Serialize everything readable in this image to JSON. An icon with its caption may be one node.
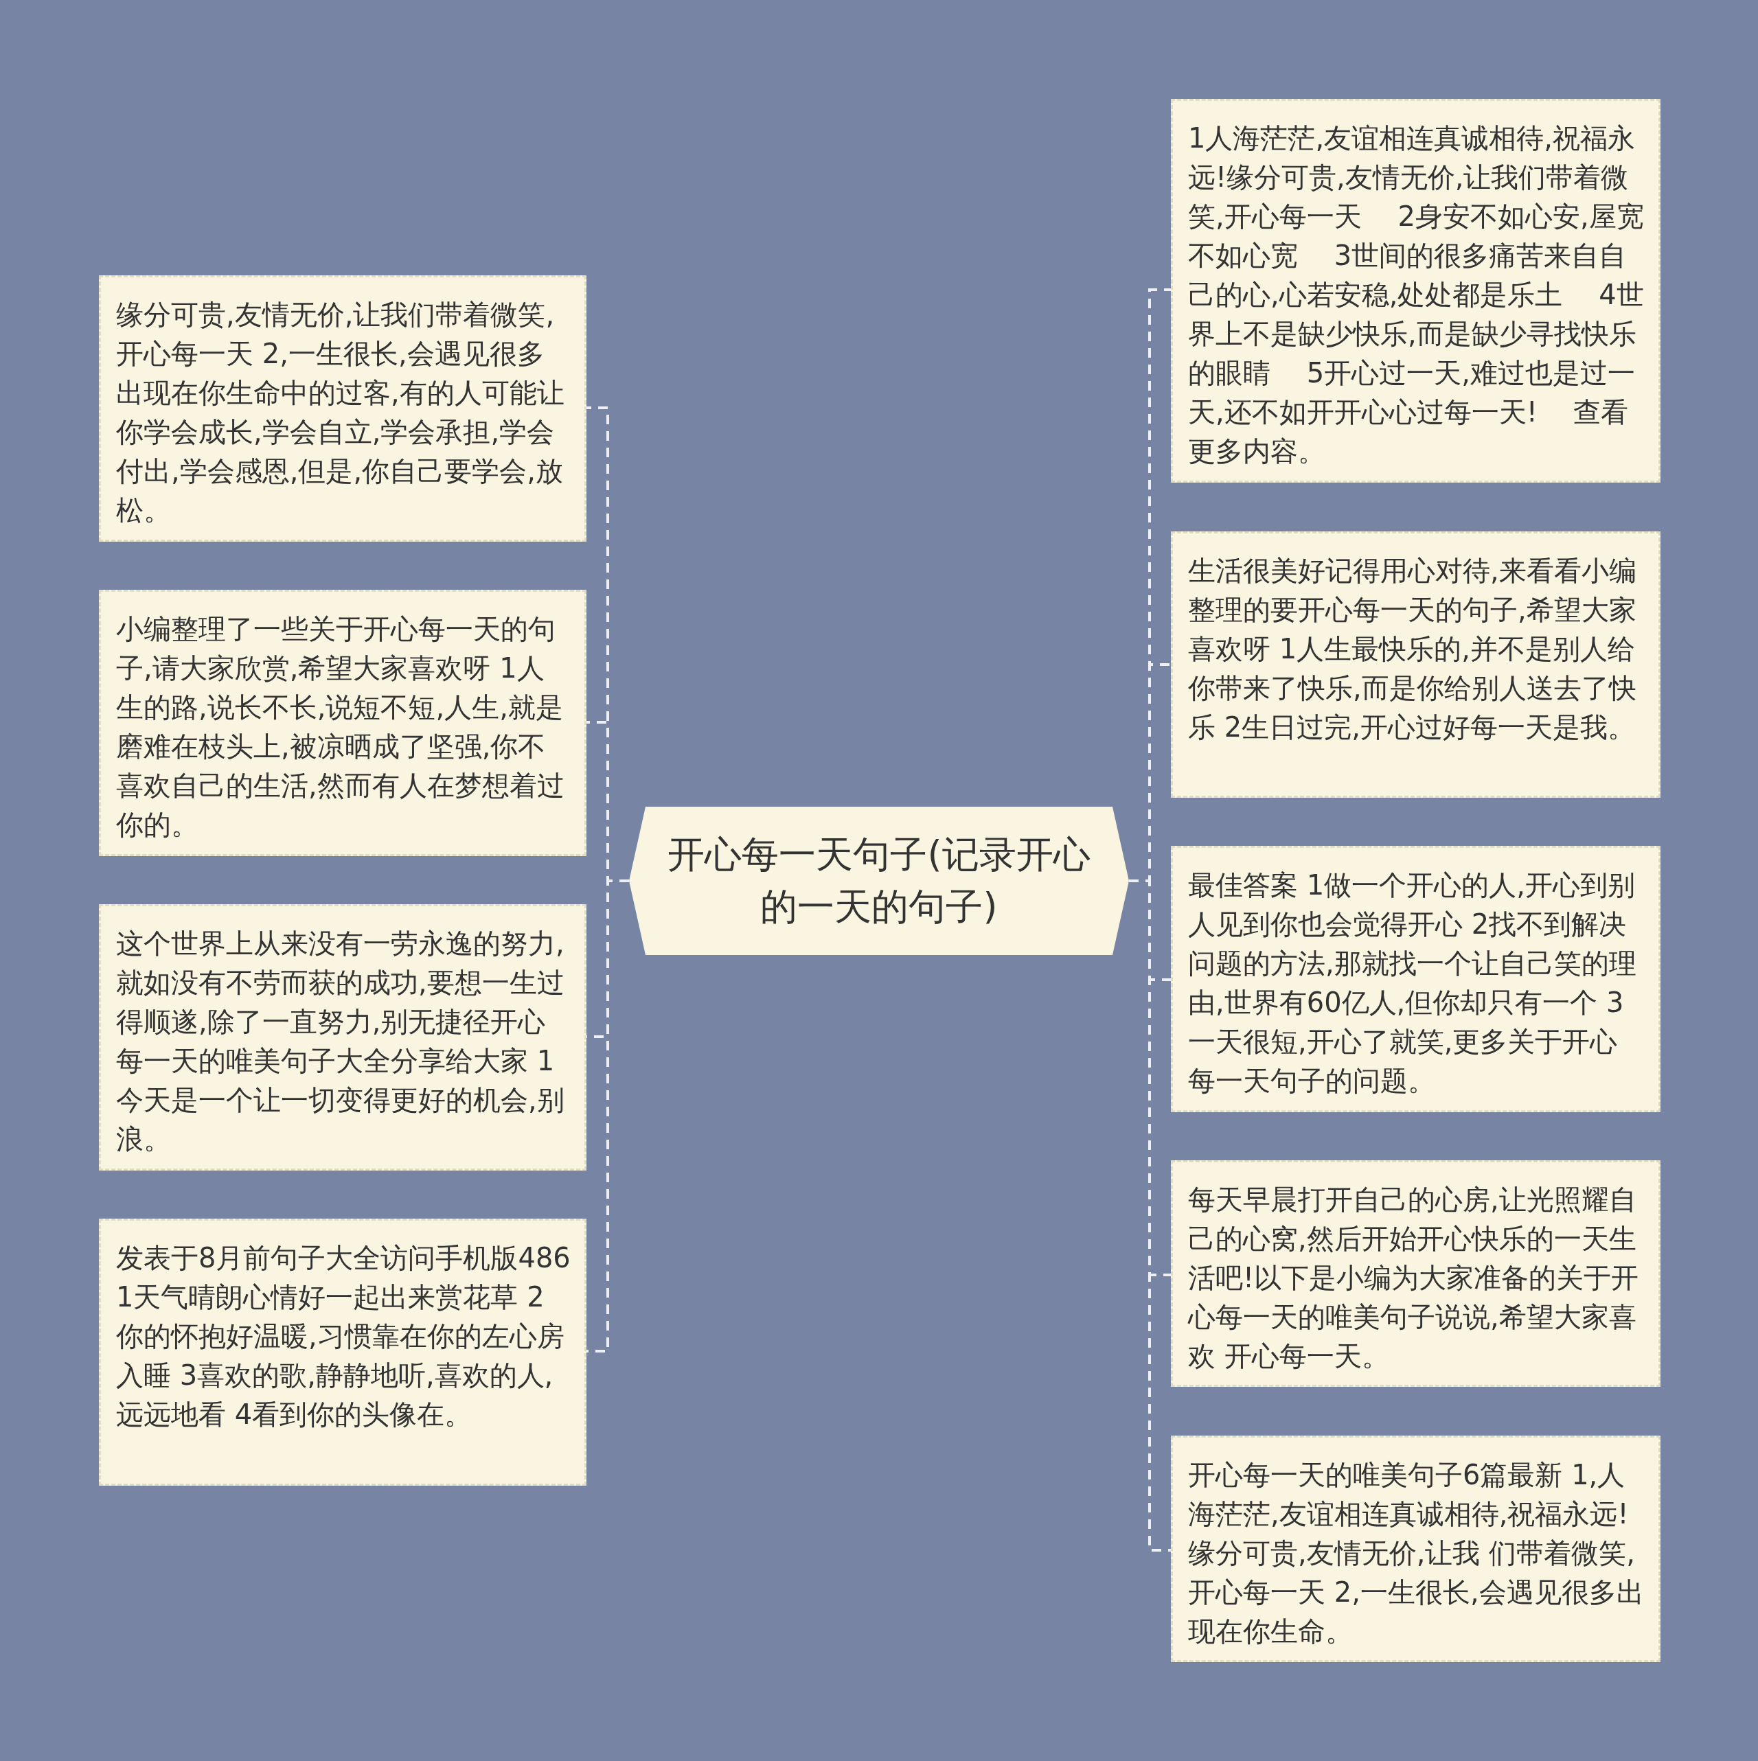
{
  "diagram": {
    "nodes": [
      {
        "text": [
          "开心每一天句子(记录开心的一天的句子)"
        ]
      },
      {
        "text": [
          "缘分可贵,友情无价,让我们带着微笑,开心每一天 2,一生很长,会遇见很多出现在你生命中的过客,有的人可能让你学会成长,学会自立,学会承担,学会付出,学会感恩,但是,你自己要学会,放松。"
        ]
      },
      {
        "text": [
          "小编整理了一些关于开心每一天的句子,请大家欣赏,希望大家喜欢呀 1人生的路,说长不长,说短不短,人生,就是磨难在枝头上,被凉晒成了坚强,你不喜欢自己的生活,然而有人在梦想着过你的。"
        ]
      },
      {
        "text": [
          "这个世界上从来没有一劳永逸的努力,就如没有不劳而获的成功,要想一生过得顺遂,除了一直努力,别无捷径开心每一天的唯美句子大全分享给大家 1今天是一个让一切变得更好的机会,别浪。"
        ]
      },
      {
        "text": [
          "发表于8月前句子大全访问手机版486 1天气晴朗心情好一起出来赏花草 2你的怀抱好温暖,习惯靠在你的左心房入睡 3喜欢的歌,静静地听,喜欢的人,远远地看 4看到你的头像在。"
        ]
      },
      {
        "text": [
          "1人海茫茫,友谊相连真诚相待,祝福永远!缘分可贵,友情无价,让我们带着微笑,开心每一天 　2身安不如心安,屋宽不如心宽 　3世间的很多痛苦来自自己的心,心若安稳,处处都是乐土 　4世界上不是缺少快乐,而是缺少寻找快乐的眼睛 　5开心过一天,难过也是过一天,还不如开开心心过每一天! 　查看更多内容。"
        ]
      },
      {
        "text": [
          "生活很美好记得用心对待,来看看小编整理的要开心每一天的句子,希望大家喜欢呀 1人生最快乐的,并不是别人给你带来了快乐,而是你给别人送去了快乐 2生日过完,开心过好每一天是我。"
        ]
      },
      {
        "text": [
          "最佳答案 1做一个开心的人,开心到别人见到你也会觉得开心 2找不到解决问题的方法,那就找一个让自己笑的理由,世界有60亿人,但你却只有一个 3一天很短,开心了就笑,更多关于开心每一天句子的问题。"
        ]
      },
      {
        "text": [
          "每天早晨打开自己的心房,让光照耀自己的心窝,然后开始开心快乐的一天生活吧!以下是小编为大家准备的关于开心每一天的唯美句子说说,希望大家喜欢 开心每一天。"
        ]
      },
      {
        "text": [
          "开心每一天的唯美句子6篇最新  1,人海茫茫,友谊相连真诚相待,祝福永远!缘分可贵,友情无价,让我 们带着微笑,开心每一天 2,一生很长,会遇见很多出现在你生命。"
        ]
      }
    ],
    "edges": [
      {
        "from": 0,
        "to": 1,
        "arrow": "none",
        "style": "dashed"
      },
      {
        "from": 0,
        "to": 2,
        "arrow": "none",
        "style": "dashed"
      },
      {
        "from": 0,
        "to": 3,
        "arrow": "none",
        "style": "dashed"
      },
      {
        "from": 0,
        "to": 4,
        "arrow": "none",
        "style": "dashed"
      },
      {
        "from": 0,
        "to": 5,
        "arrow": "none",
        "style": "dashed"
      },
      {
        "from": 0,
        "to": 6,
        "arrow": "none",
        "style": "dashed"
      },
      {
        "from": 0,
        "to": 7,
        "arrow": "none",
        "style": "dashed"
      },
      {
        "from": 0,
        "to": 8,
        "arrow": "none",
        "style": "dashed"
      },
      {
        "from": 0,
        "to": 9,
        "arrow": "none",
        "style": "dashed"
      }
    ]
  }
}
